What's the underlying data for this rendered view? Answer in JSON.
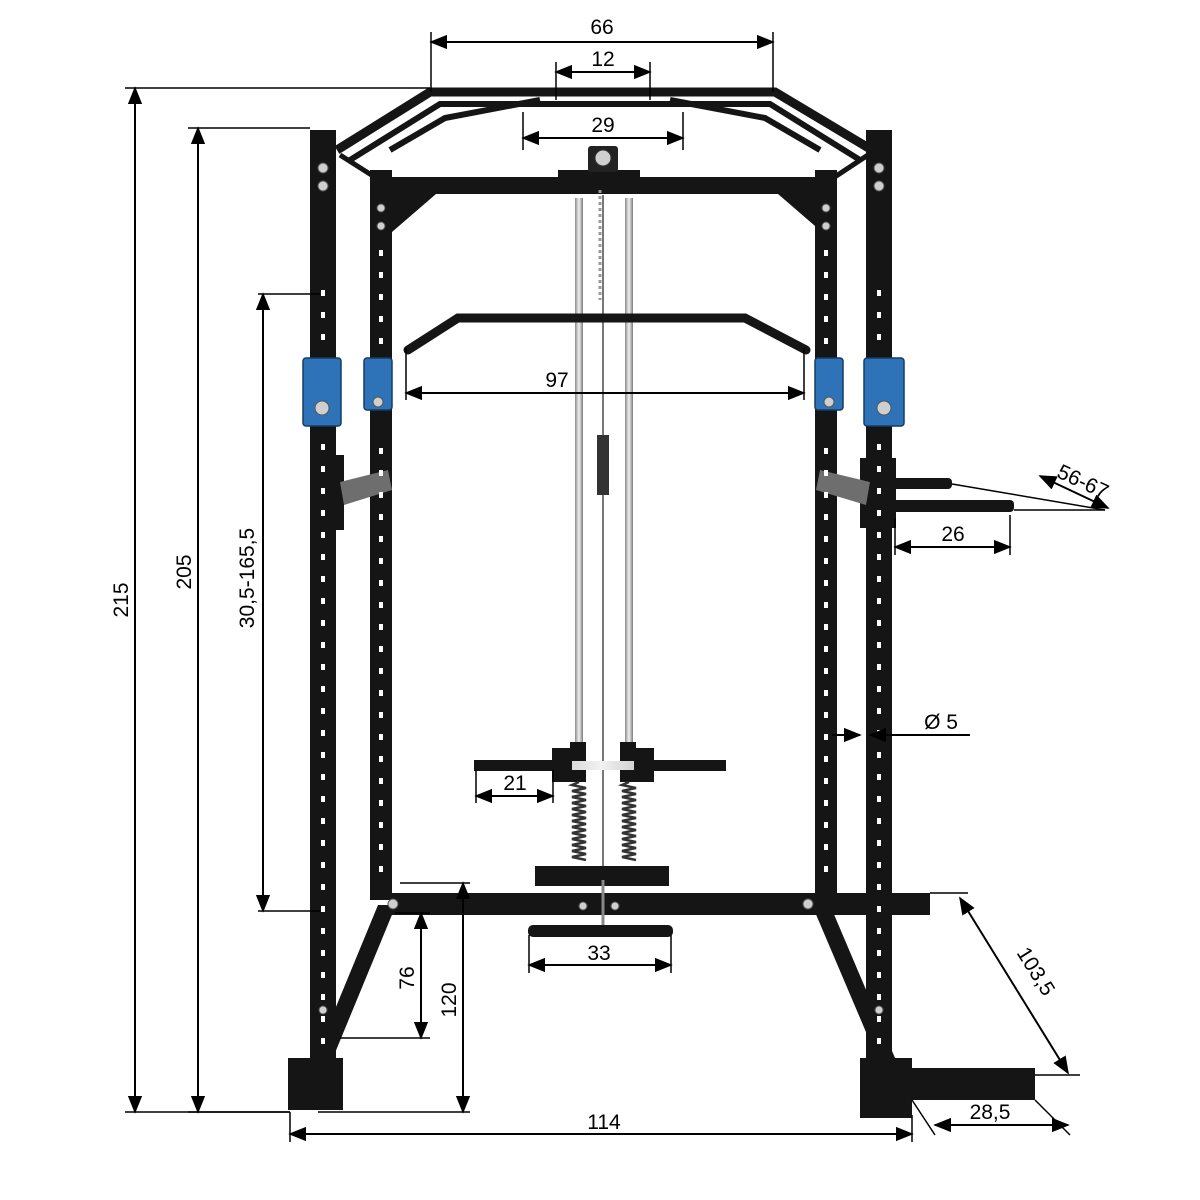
{
  "dimensions": {
    "top_width": "66",
    "top_grip_gap": "12",
    "top_grip_inner": "29",
    "lat_bar_width": "97",
    "dip_handle_angle": "56-67",
    "dip_handle_length": "26",
    "hole_diameter": "Ø 5",
    "loading_pin": "21",
    "row_handle": "33",
    "total_height": "215",
    "upright_height": "205",
    "j_hook_range": "30,5-165,5",
    "lower_bar_height": "76",
    "base_bar_height": "120",
    "depth": "103,5",
    "foot_length": "28,5",
    "base_width": "114"
  },
  "colors": {
    "frame": "#151515",
    "j_hook_blue": "#2e73b8",
    "chrome": "#c8c8c8",
    "background": "#ffffff"
  }
}
